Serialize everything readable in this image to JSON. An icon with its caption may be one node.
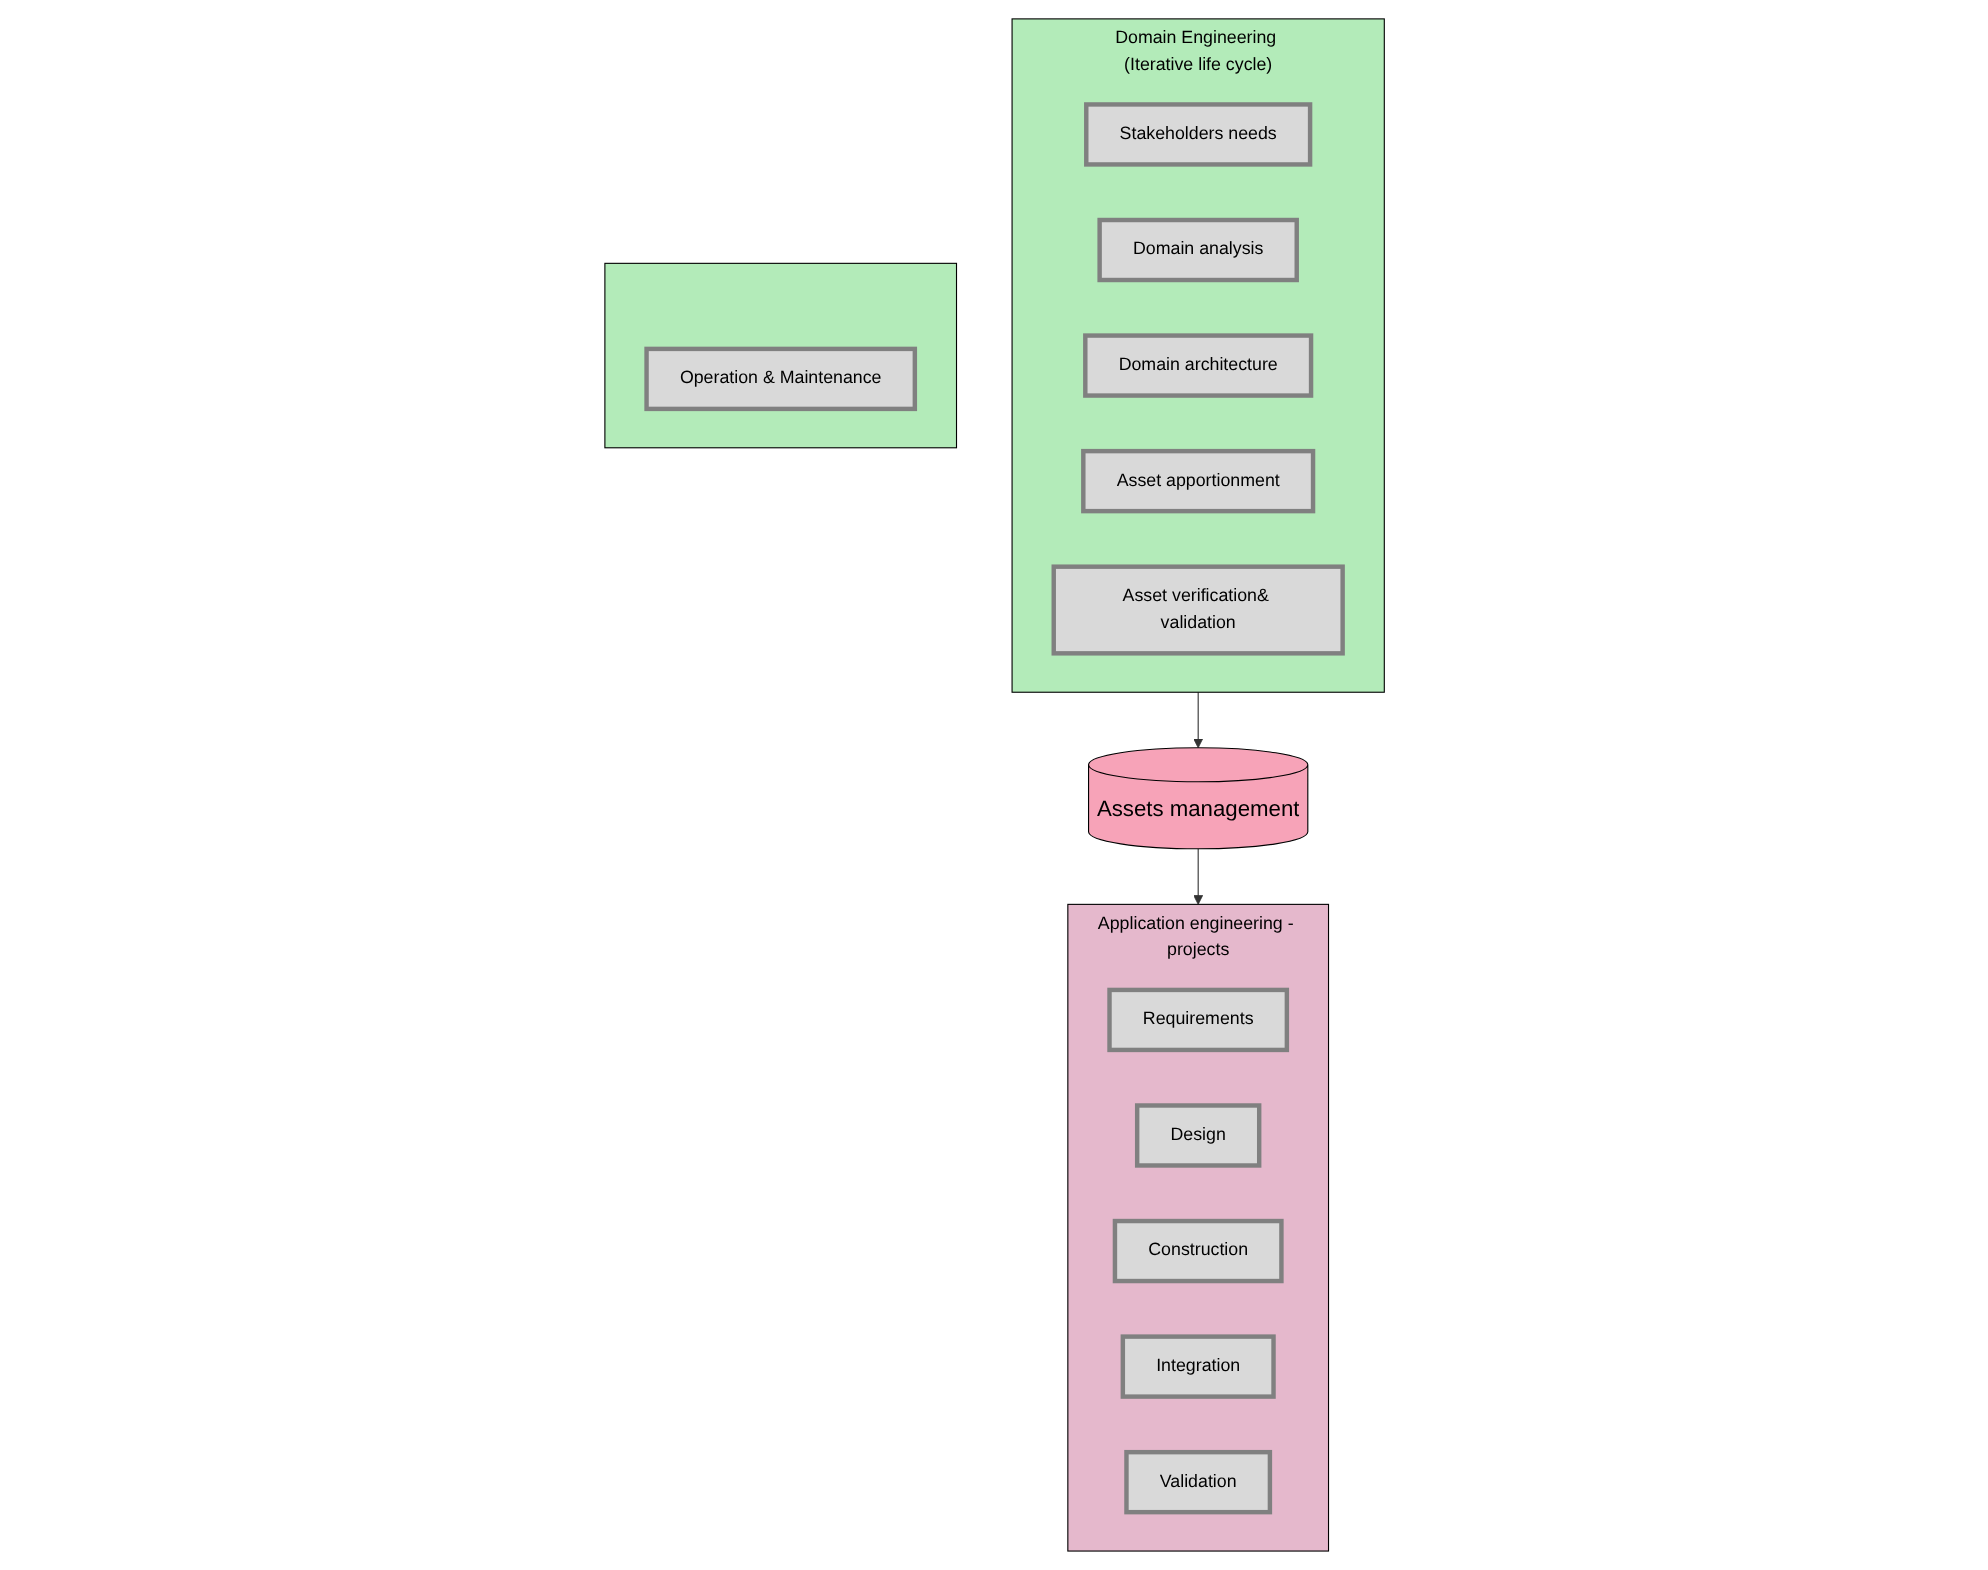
{
  "diagram": {
    "nodes": [
      {
        "text": [
          "Domain Engineering (Iterative life cycle)"
        ]
      },
      {
        "text": [
          "Stakeholders needs"
        ],
        "in": 0
      },
      {
        "text": [
          "Domain analysis"
        ],
        "in": 0
      },
      {
        "text": [
          "Domain architecture"
        ],
        "in": 0
      },
      {
        "text": [
          "Asset apportionment"
        ],
        "in": 0
      },
      {
        "text": [
          "Asset verification& validation"
        ],
        "in": 0
      },
      {
        "text": [],
        "shape": "box"
      },
      {
        "text": [
          "Operation & Maintenance"
        ],
        "in": 6
      },
      {
        "text": [
          "Assets management"
        ]
      },
      {
        "text": [
          "Application engineering - projects"
        ]
      },
      {
        "text": [
          "Requirements"
        ],
        "in": 9
      },
      {
        "text": [
          "Design"
        ],
        "in": 9
      },
      {
        "text": [
          "Construction"
        ],
        "in": 9
      },
      {
        "text": [
          "Integration"
        ],
        "in": 9
      },
      {
        "text": [
          "Validation"
        ],
        "in": 9
      }
    ],
    "edges": [
      {
        "from": 0,
        "to": 8,
        "arrow": "to"
      },
      {
        "from": 8,
        "to": 9,
        "arrow": "to"
      }
    ]
  }
}
